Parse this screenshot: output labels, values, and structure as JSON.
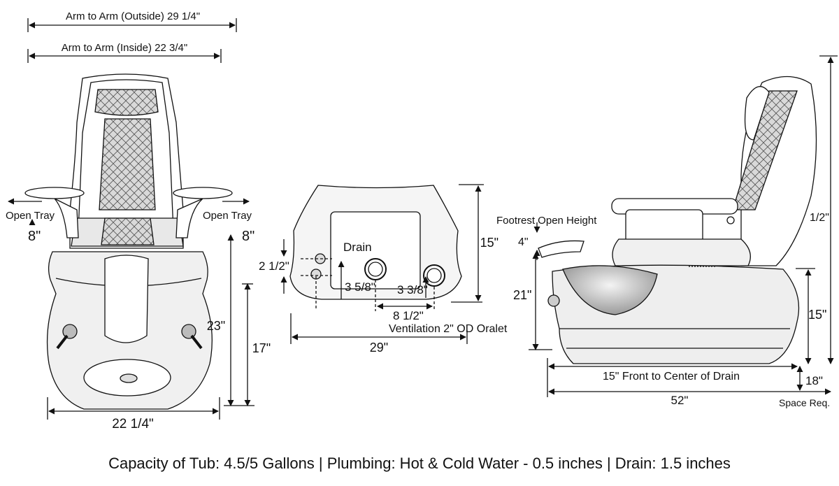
{
  "front_view": {
    "arm_outside": "Arm to Arm (Outside) 29 1/4\"",
    "arm_inside": "Arm to Arm (Inside) 22 3/4\"",
    "open_tray_left": "Open Tray",
    "open_tray_right": "Open Tray",
    "tray_left_height": "8\"",
    "tray_right_height": "8\"",
    "height_23": "23\"",
    "height_17": "17\"",
    "base_width": "22 1/4\""
  },
  "back_view": {
    "drain": "Drain",
    "height_15": "15\"",
    "offset_2_1_2": "2 1/2\"",
    "offset_3_5_8": "3 5/8\"",
    "offset_3_3_8": "3 3/8\"",
    "spacing_8_1_2": "8 1/2\"",
    "ventilation": "Ventilation 2\" OD Oralet",
    "width_29": "29\""
  },
  "side_view": {
    "footrest_open_height": "Footrest Open Height",
    "footrest_4": "4\"",
    "height_21": "21\"",
    "overall_height": "1/2\"",
    "tub_height_15": "15\"",
    "front_to_drain": "15\" Front to Center of Drain",
    "clearance_18": "18\"",
    "length_52": "52\"",
    "space_req": "Space Req."
  },
  "footer": {
    "text": "Capacity of Tub: 4.5/5 Gallons  |  Plumbing: Hot & Cold Water - 0.5 inches  |  Drain: 1.5 inches"
  }
}
